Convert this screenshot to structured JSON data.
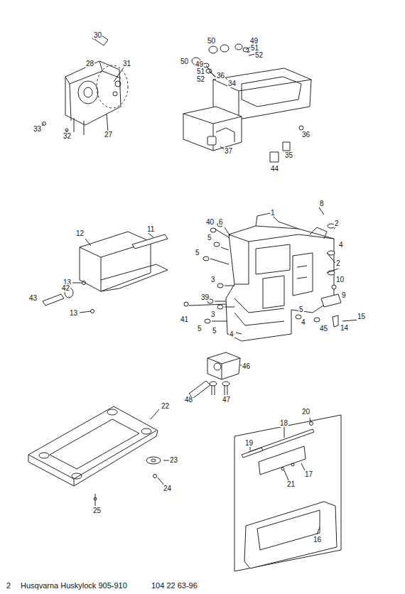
{
  "diagram": {
    "labels": [
      "30",
      "28",
      "31",
      "27",
      "33",
      "32",
      "50",
      "49",
      "51",
      "52",
      "50",
      "49",
      "51",
      "52",
      "36",
      "34",
      "36",
      "35",
      "37",
      "44",
      "8",
      "40",
      "6",
      "1",
      "2",
      "5",
      "4",
      "5",
      "2",
      "3",
      "10",
      "39",
      "9",
      "3",
      "41",
      "5",
      "5",
      "5",
      "4",
      "45",
      "14",
      "15",
      "4",
      "12",
      "11",
      "13",
      "42",
      "43",
      "13",
      "46",
      "47",
      "48",
      "22",
      "23",
      "24",
      "25",
      "20",
      "18",
      "19",
      "17",
      "21",
      "16",
      "2",
      "Husqvarna Huskylock 905-910",
      "104 22 63-96"
    ]
  }
}
